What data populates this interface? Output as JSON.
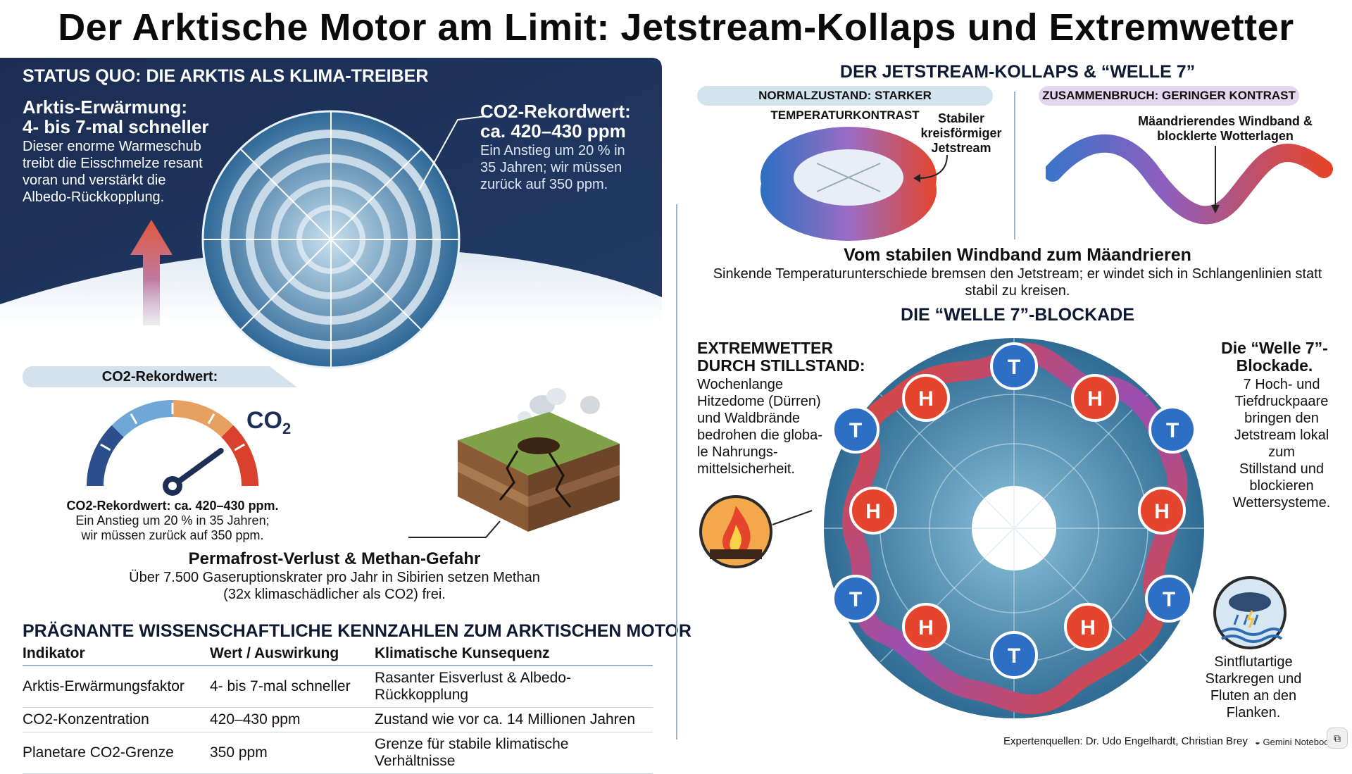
{
  "title": "Der Arktische Motor am Limit: Jetstream-Kollaps und Extremwetter",
  "status": {
    "heading": "STATUS QUO: DIE ARKTIS ALS KLIMA-TREIBER",
    "warming_title_1": "Arktis-Erwärmung:",
    "warming_title_2": "4- bis 7-mal schneller",
    "warming_text": [
      "Dieser enorme Warmeschub",
      "treibt die Eisschmelze resant",
      "voran und verstärkt die",
      "Albedo-Rückkopplung."
    ],
    "co2_title_1": "CO2-Rekordwert:",
    "co2_title_2": "ca. 420–430 ppm",
    "co2_text": [
      "Ein Anstieg um 20 % in",
      "35 Jahren; wir müssen",
      "zurück auf 350 ppm."
    ]
  },
  "gauge": {
    "ribbon": "CO2-Rekordwert:",
    "symbol": "CO",
    "symbol_sub": "2",
    "caption_bold": "CO2-Rekordwert: ca. 420–430 ppm.",
    "caption_lines": [
      "Ein Anstieg um 20 % in 35 Jahren;",
      "wir müssen zurück auf 350 ppm."
    ],
    "level": 0.8,
    "colors": [
      "#2c4f8c",
      "#6fa8d6",
      "#e8a060",
      "#d9412e"
    ]
  },
  "permafrost": {
    "title": "Permafrost-Verlust & Methan-Gefahr",
    "lines": [
      "Über 7.500 Gaseruptionskrater pro Jahr in Sibirien setzen Methan",
      "(32x klimaschädlicher als CO2) frei."
    ]
  },
  "kpi": {
    "title": "PRÄGNANTE WISSENSCHAFTLICHE KENNZAHLEN ZUM ARKTISCHEN MOTOR",
    "headers": [
      "Indikator",
      "Wert / Auswirkung",
      "Klimatische Kunsequenz"
    ],
    "rows": [
      [
        "Arktis-Erwärmungsfaktor",
        "4- bis 7-mal schneller",
        "Rasanter Eisverlust & Albedo-Rückkopplung"
      ],
      [
        "CO2-Konzentration",
        "420–430 ppm",
        "Zustand wie vor ca. 14 Millionen Jahren"
      ],
      [
        "Planetare CO2-Grenze",
        "350 ppm",
        "Grenze für stabile klimatische Verhältnisse"
      ]
    ]
  },
  "jet": {
    "heading": "DER JETSTREAM-KOLLAPS & “WELLE 7”",
    "normal_pill": "NORMALZUSTAND: STARKER TEMPERATURKONTRAST",
    "collapse_pill": "ZUSAMMENBRUCH: GERINGER KONTRAST",
    "ring_label": [
      "Stabiler",
      "kreisförmiger",
      "Jetstream"
    ],
    "wave_label": [
      "Mäandrierendes Windband &",
      "blocklerte Wotterlagen"
    ],
    "sub_title": "Vom stabilen Windband zum Mäandrieren",
    "sub_lines": [
      "Sinkende Temperaturunterschiede bremsen den Jetstream; er windet sich in Schlangenlinien statt",
      "stabil zu kreisen."
    ]
  },
  "blockade": {
    "heading": "DIE “WELLE 7”-BLOCKADE",
    "left_title": [
      "EXTREMWETTER",
      "DURCH STILLSTAND:"
    ],
    "left_lines": [
      "Wochenlange",
      "Hitzedome (Dürren)",
      "und Waldbrände",
      "bedrohen die globa-",
      "le Nahrungs-",
      "mittelsicherheit."
    ],
    "right_title": [
      "Die “Welle 7”-",
      "Blockade."
    ],
    "right_lines": [
      "7 Hoch- und",
      "Tiefdruckpaare",
      "bringen den",
      "Jetstream lokal",
      "zum",
      "Stillstand und",
      "blockieren",
      "Wettersysteme."
    ],
    "rain_lines": [
      "Sintflutartige",
      "Starkregen und",
      "Fluten an den",
      "Flanken."
    ],
    "high": "H",
    "low": "T",
    "colors": {
      "high": "#e4452c",
      "low": "#2c6fc4",
      "globe": "#3d7fa8"
    }
  },
  "footer": {
    "sources": "Expertenquellen: Dr. Udo Engelhardt, Christian Brey",
    "brand": "Gemini Notebook"
  }
}
